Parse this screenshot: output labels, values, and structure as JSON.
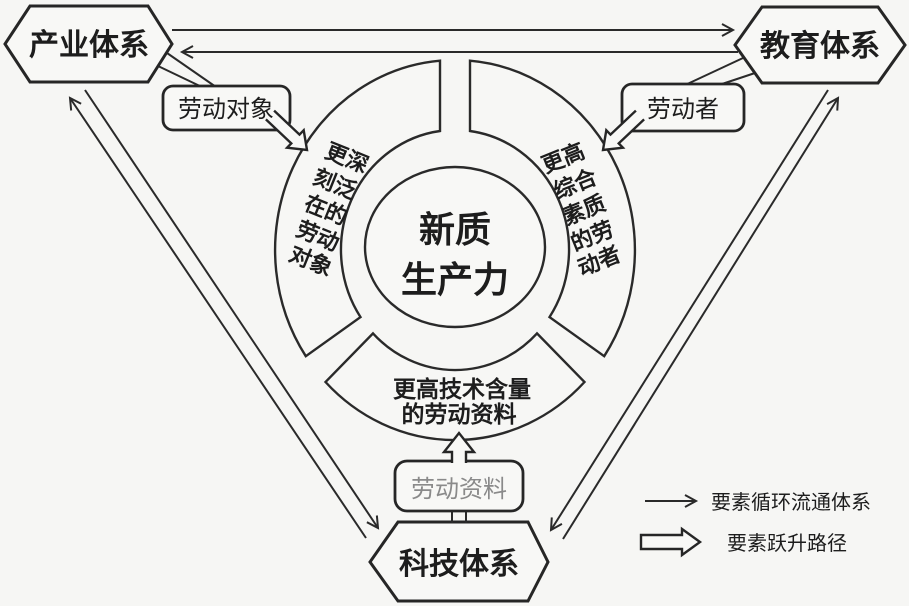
{
  "systems": {
    "industry": "产业体系",
    "education": "教育体系",
    "technology": "科技体系"
  },
  "factors": {
    "labor_object": "劳动对象",
    "laborer": "劳动者",
    "labor_materials": "劳动资料"
  },
  "core": {
    "line1": "新质",
    "line2": "生产力"
  },
  "ring": {
    "left_lines": [
      "更深",
      "刻泛",
      "在的",
      "劳动",
      "对象"
    ],
    "right_lines": [
      "更高",
      "综合",
      "素质",
      "的劳",
      "动者"
    ],
    "bottom_line1": "更高技术含量",
    "bottom_line2": "的劳动资料"
  },
  "legend": {
    "circulation": "要素循环流通体系",
    "leap": "要素跃升路径"
  },
  "colors": {
    "ink": "#262626",
    "background": "#f6f6f4",
    "muted_text": "#8a8a8a"
  }
}
